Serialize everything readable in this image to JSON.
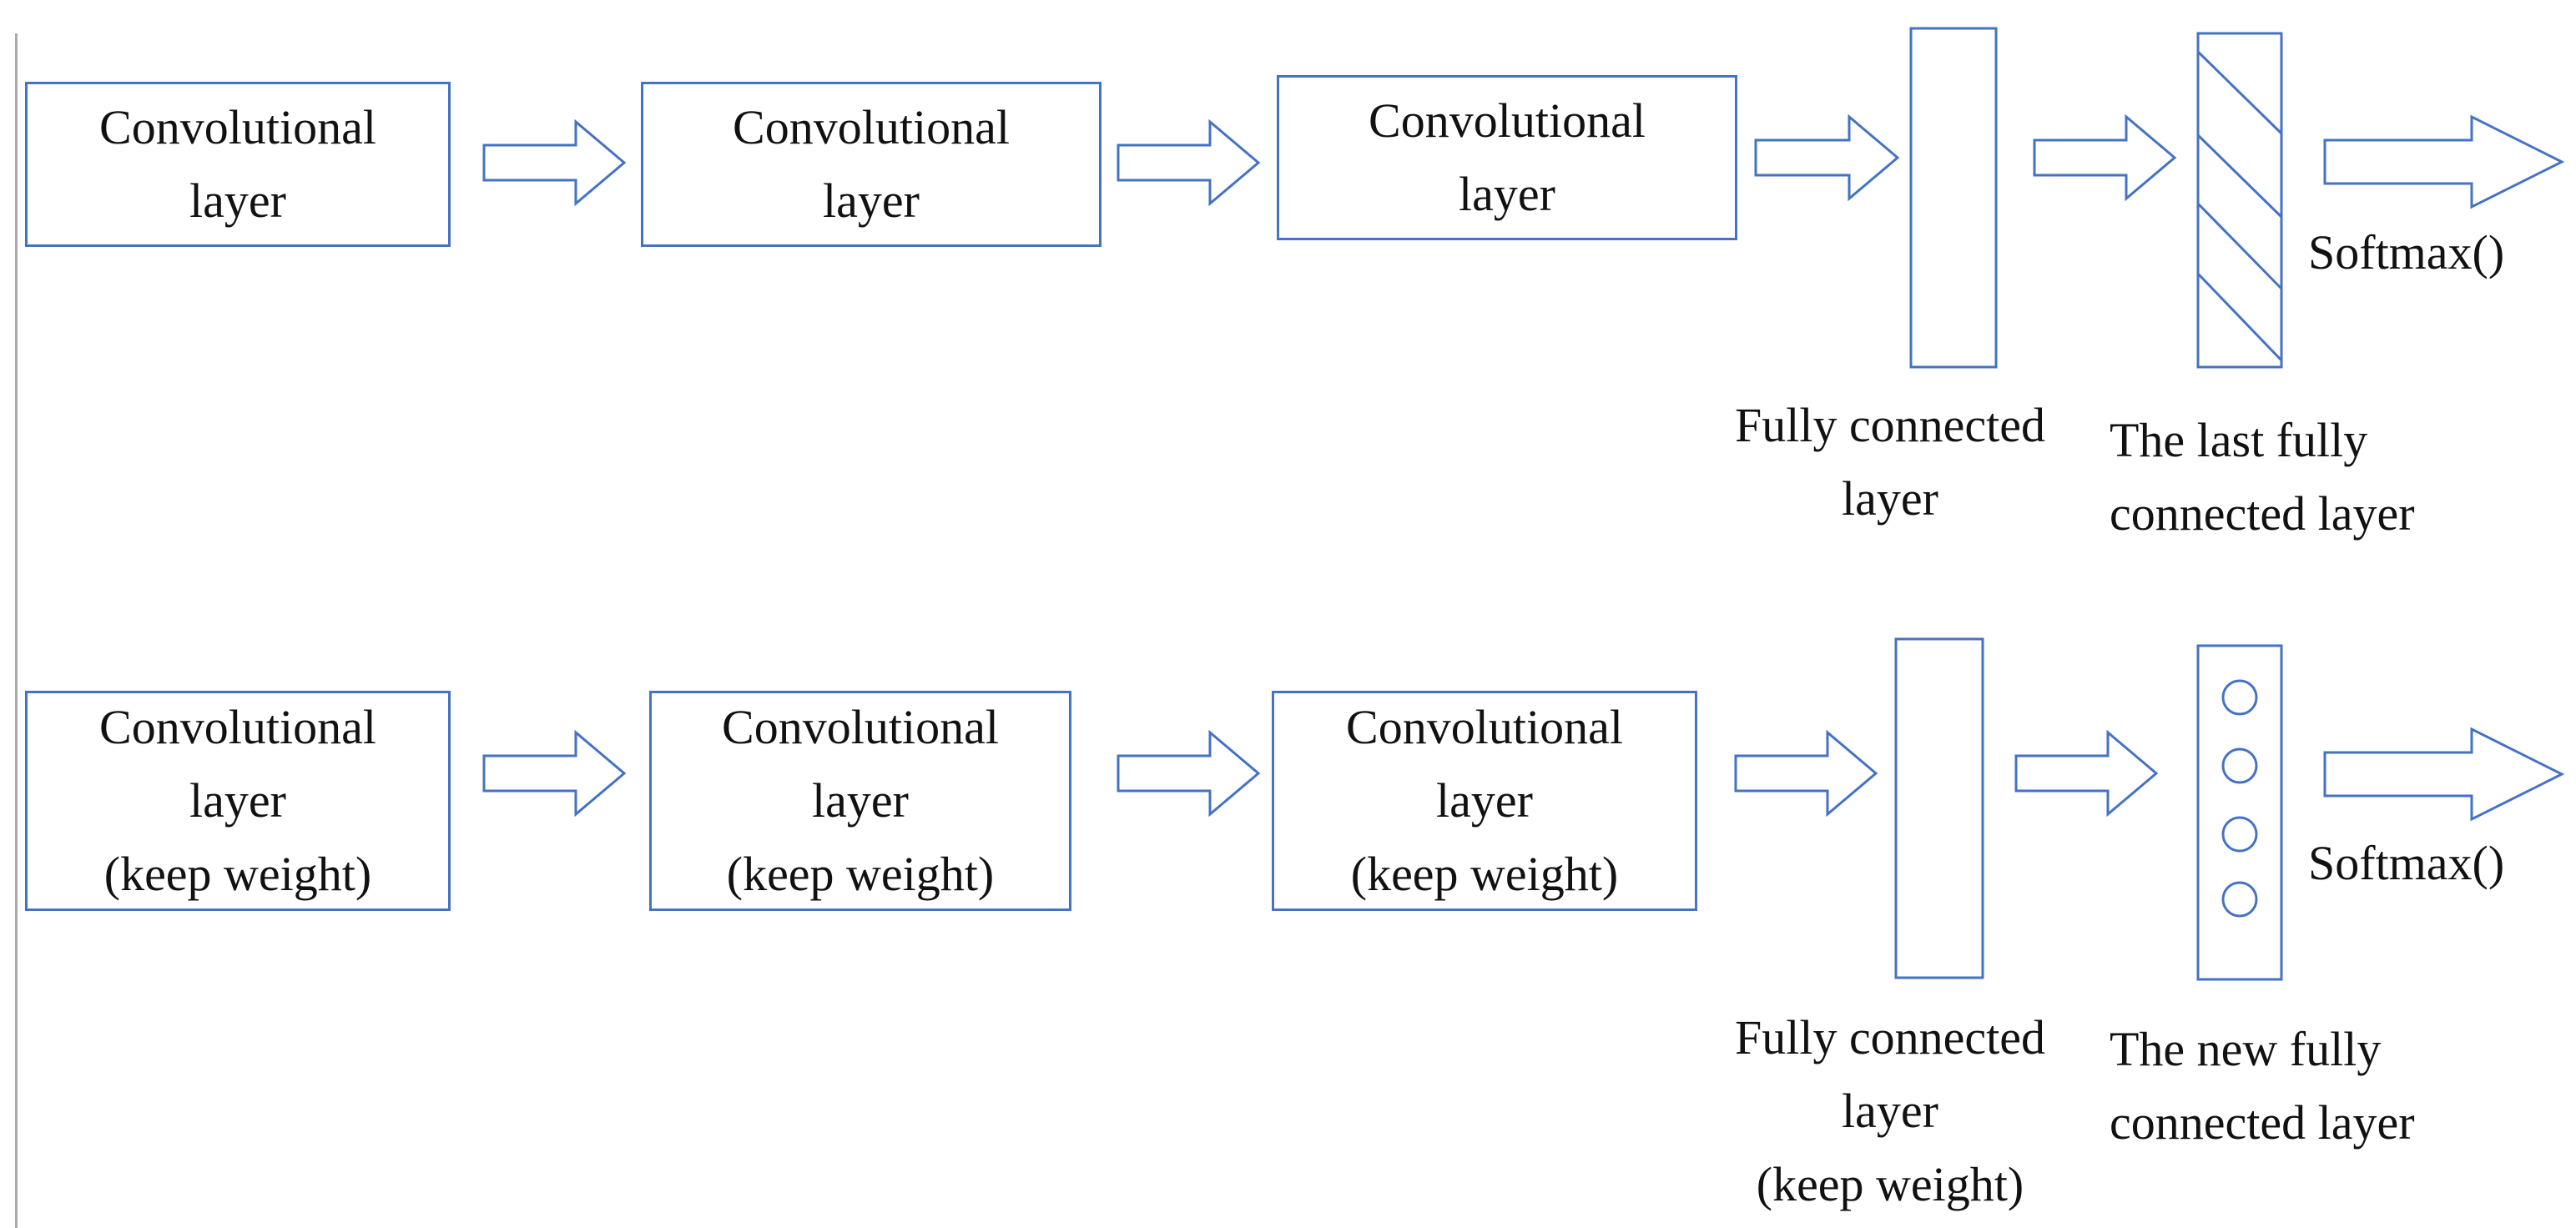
{
  "colors": {
    "stroke": "#4472c4",
    "text": "#111111",
    "background": "#ffffff"
  },
  "top_pipeline": {
    "conv_blocks": [
      {
        "lines": [
          "Convolutional",
          "layer"
        ]
      },
      {
        "lines": [
          "Convolutional",
          "layer"
        ]
      },
      {
        "lines": [
          "Convolutional",
          "layer"
        ]
      }
    ],
    "fc_label": [
      "Fully connected",
      "layer"
    ],
    "last_fc_label": [
      "The last fully",
      "connected layer"
    ],
    "last_fc_style": "diagonal-hatch",
    "output_label": "Softmax()"
  },
  "bottom_pipeline": {
    "conv_blocks": [
      {
        "lines": [
          "Convolutional",
          "layer",
          "(keep weight)"
        ]
      },
      {
        "lines": [
          "Convolutional",
          "layer",
          "(keep weight)"
        ]
      },
      {
        "lines": [
          "Convolutional",
          "layer",
          "(keep weight)"
        ]
      }
    ],
    "fc_label": [
      "Fully connected",
      "layer",
      "(keep weight)"
    ],
    "new_fc_label": [
      "The new fully",
      "connected layer"
    ],
    "new_fc_style": "circle-nodes",
    "new_fc_node_count": 4,
    "output_label": "Softmax()"
  }
}
